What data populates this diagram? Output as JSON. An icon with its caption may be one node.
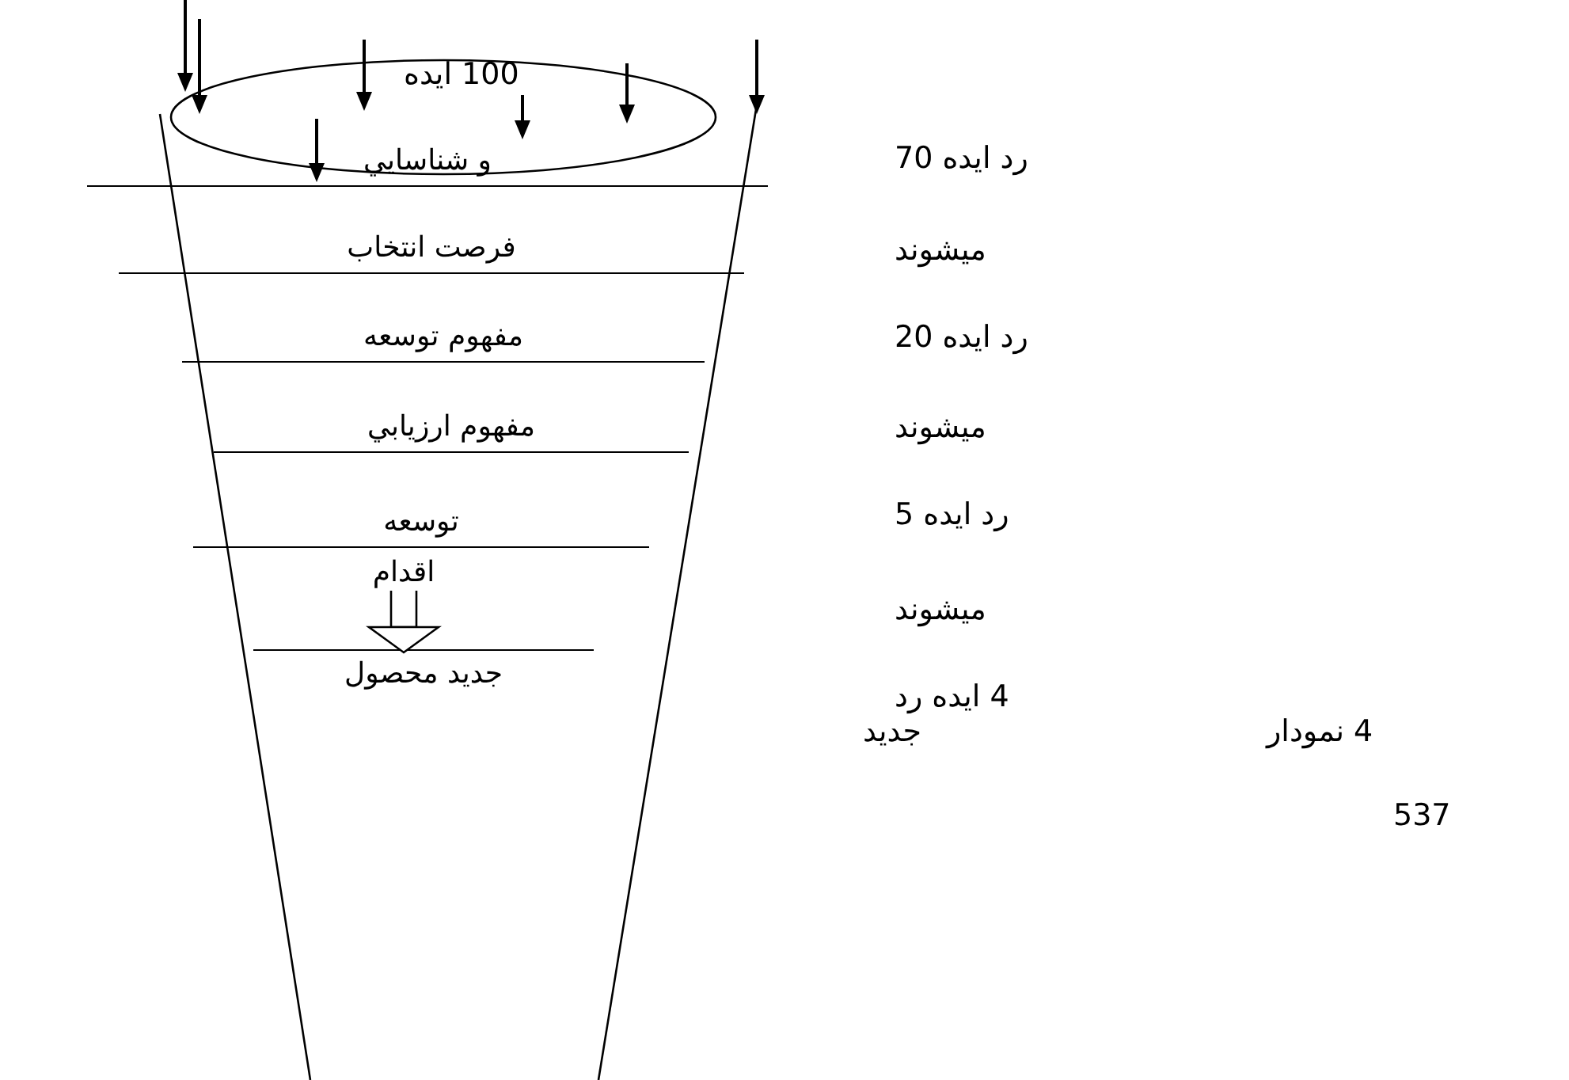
{
  "diagram": {
    "nodes": [
      {
        "text": [
          "100 ایده"
        ]
      },
      {
        "text": [
          "و شناسايي"
        ],
        "in": 0
      },
      {
        "text": [
          "فرصت انتخاب"
        ],
        "in": 0
      },
      {
        "text": [
          "مفهوم توسعه"
        ],
        "in": 0
      },
      {
        "text": [
          "مفهوم ارزيابي"
        ],
        "in": 0
      },
      {
        "text": [
          "توسعه"
        ],
        "in": 0
      },
      {
        "text": [
          "اقدام"
        ],
        "in": 0
      },
      {
        "text": [
          "جديد محصول"
        ],
        "in": 0
      }
    ],
    "edges": [
      {
        "from": 6,
        "to": 7,
        "arrow": "to"
      }
    ],
    "labels": [
      "رد ایده 70",
      "ميشوند",
      "رد ایده 20",
      "ميشوند",
      "رد ایده 5",
      "ميشوند",
      "4 ایده رد",
      "جديد",
      "4 نمودار",
      "537"
    ]
  }
}
